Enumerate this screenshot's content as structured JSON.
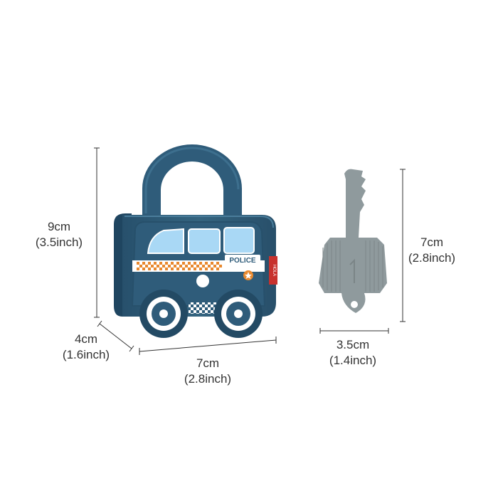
{
  "colors": {
    "body": "#2f5c7a",
    "body_dark": "#234a64",
    "window": "#a9d8f5",
    "key": "#8f9a9d",
    "checker_orange": "#e8892f",
    "line": "#333333"
  },
  "lock": {
    "sign_text": "POLICE",
    "tag_text": "HOLA"
  },
  "dimensions": {
    "height": {
      "metric": "9cm",
      "imperial": "(3.5inch)"
    },
    "depth": {
      "metric": "4cm",
      "imperial": "(1.6inch)"
    },
    "width": {
      "metric": "7cm",
      "imperial": "(2.8inch)"
    },
    "key_height": {
      "metric": "7cm",
      "imperial": "(2.8inch)"
    },
    "key_width": {
      "metric": "3.5cm",
      "imperial": "(1.4inch)"
    }
  }
}
